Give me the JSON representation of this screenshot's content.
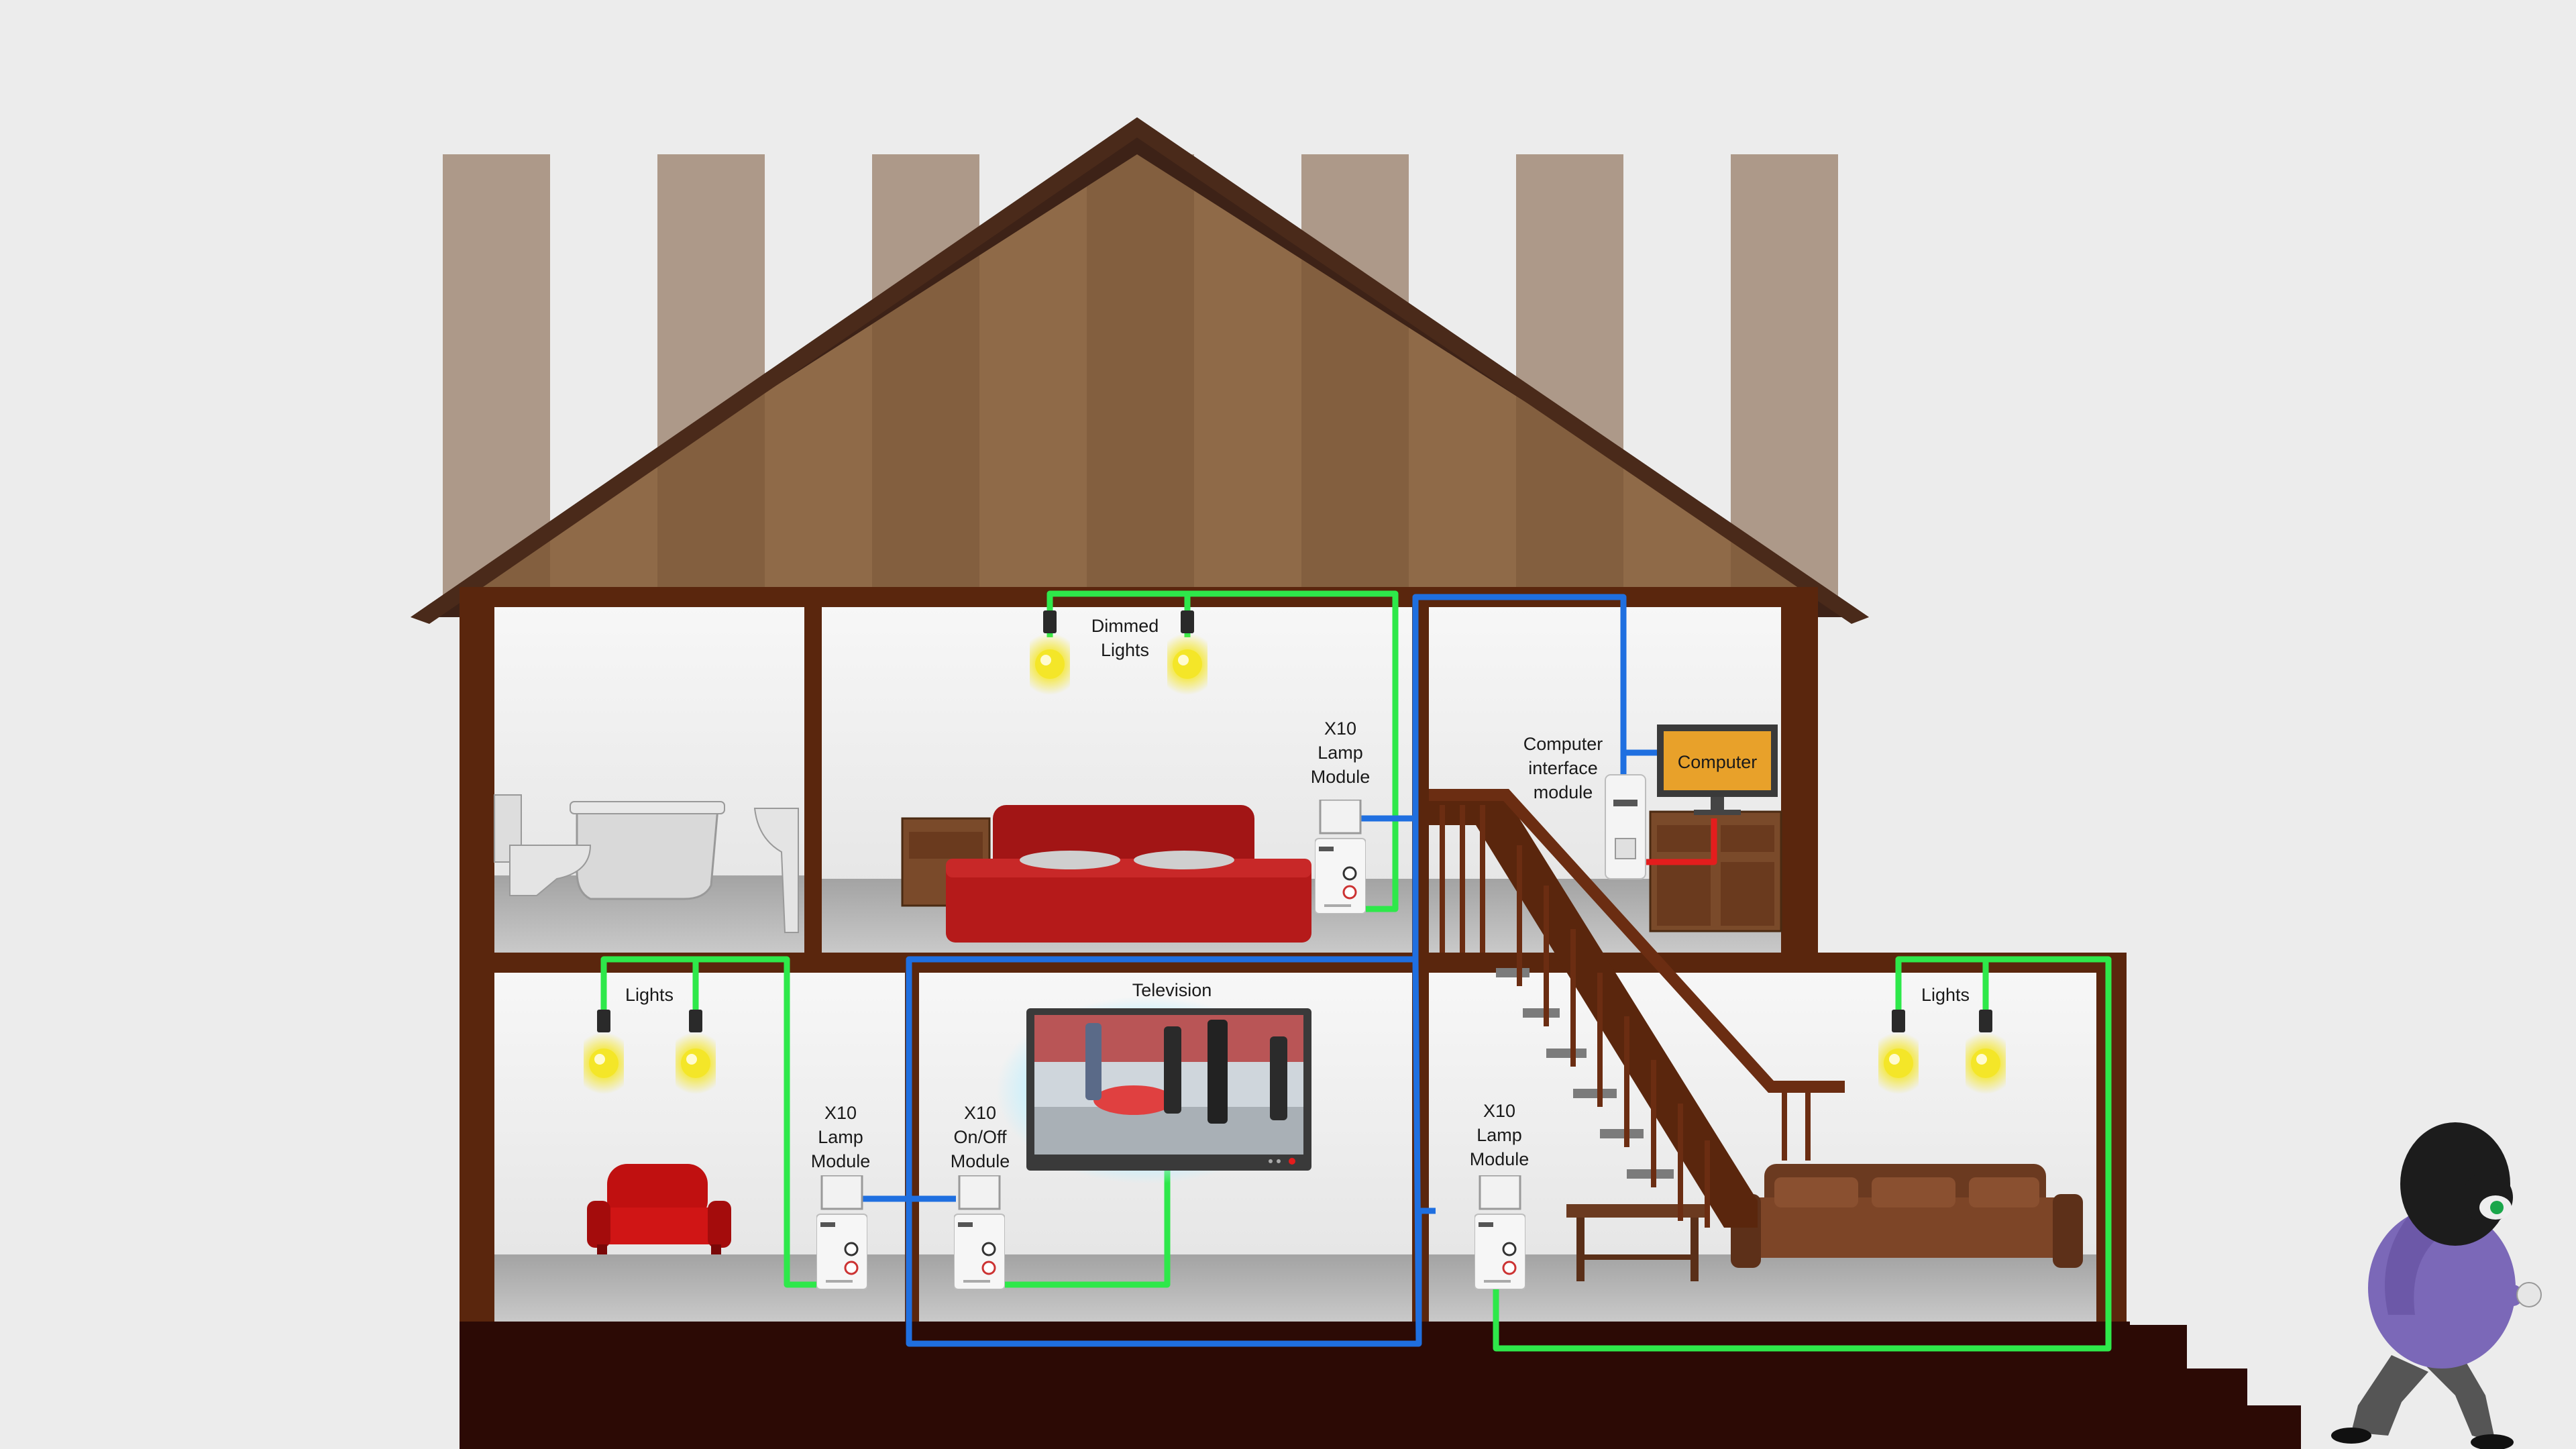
{
  "labels": {
    "dimmed_lights": [
      "Dimmed",
      "Lights"
    ],
    "lamp_module_bedroom": [
      "X10",
      "Lamp",
      "Module"
    ],
    "computer_interface": [
      "Computer",
      "interface",
      "module"
    ],
    "computer_screen": "Computer",
    "television": "Television",
    "lights_left": "Lights",
    "lights_right": "Lights",
    "lamp_module_left": [
      "X10",
      "Lamp",
      "Module"
    ],
    "onoff_module": [
      "X10",
      "On/Off",
      "Module"
    ],
    "lamp_module_right": [
      "X10",
      "Lamp",
      "Module"
    ]
  },
  "colors": {
    "wire_green": "#2ee84a",
    "wire_blue": "#1f6fe0",
    "wire_red": "#e41d1d",
    "frame": "#5a260d",
    "bed": "#b51a1a",
    "chair": "#d01515",
    "sofa": "#6b3a20",
    "bulb": "#f4e628",
    "monitor": "#e8a12a"
  },
  "icons": [
    "light-bulb-icon",
    "x10-module-icon",
    "burglar-icon",
    "television-icon",
    "computer-icon"
  ]
}
